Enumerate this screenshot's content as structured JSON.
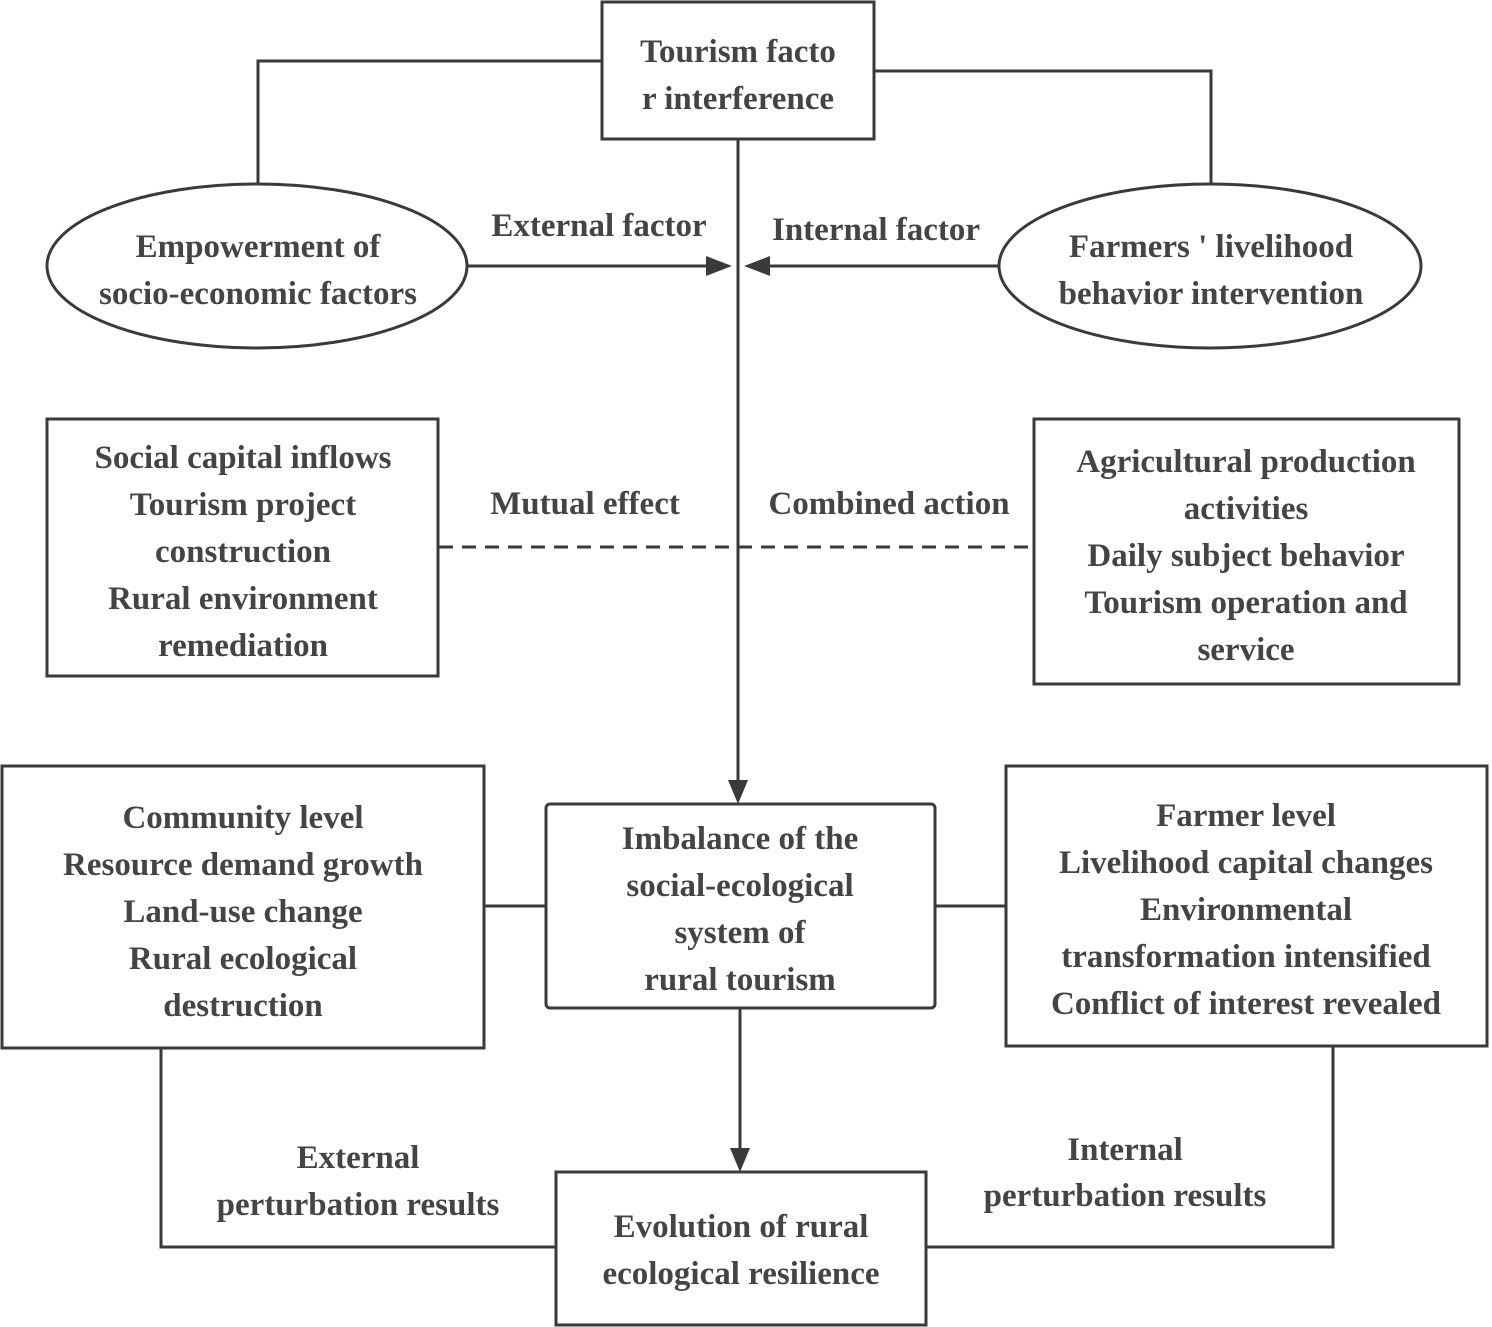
{
  "nodes": {
    "tourism_factor": [
      "Tourism facto",
      "r interference"
    ],
    "empowerment": [
      "Empowerment of",
      "socio-economic factors"
    ],
    "farmers_behavior": [
      "Farmers ' livelihood",
      "behavior intervention"
    ],
    "social_capital": [
      "Social capital inflows",
      "Tourism project",
      "construction",
      "Rural environment",
      "remediation"
    ],
    "agricultural": [
      "Agricultural production",
      "activities",
      "Daily subject behavior",
      "Tourism operation and",
      "service"
    ],
    "community": [
      "Community level",
      "Resource demand growth",
      "Land-use change",
      "Rural ecological",
      "destruction"
    ],
    "imbalance": [
      "Imbalance of the",
      "social-ecological",
      "system of",
      "rural tourism"
    ],
    "farmer_level": [
      "Farmer level",
      "Livelihood capital changes",
      "Environmental",
      "transformation intensified",
      "Conflict of interest revealed"
    ],
    "evolution": [
      "Evolution of rural",
      "ecological resilience"
    ]
  },
  "edge_labels": {
    "external_factor": [
      "External factor"
    ],
    "internal_factor": [
      "Internal factor"
    ],
    "mutual_effect": [
      "Mutual effect"
    ],
    "combined_action": [
      "Combined action"
    ],
    "external_perturbation": [
      "External",
      "perturbation results"
    ],
    "internal_perturbation": [
      "Internal",
      "perturbation results"
    ]
  }
}
